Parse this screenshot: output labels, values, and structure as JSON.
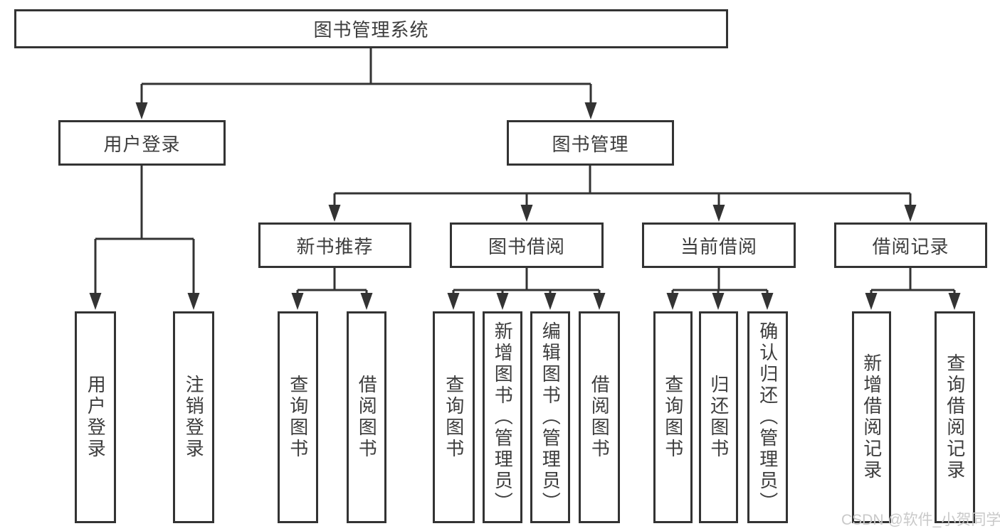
{
  "tree": {
    "label": "图书管理系统",
    "children": [
      {
        "label": "用户登录",
        "children": [
          {
            "label": "用户登录"
          },
          {
            "label": "注销登录"
          }
        ]
      },
      {
        "label": "图书管理",
        "children": [
          {
            "label": "新书推荐",
            "children": [
              {
                "label": "查询图书"
              },
              {
                "label": "借阅图书"
              }
            ]
          },
          {
            "label": "图书借阅",
            "children": [
              {
                "label": "查询图书"
              },
              {
                "label": "新增图书（管理员）"
              },
              {
                "label": "编辑图书（管理员）"
              },
              {
                "label": "借阅图书"
              }
            ]
          },
          {
            "label": "当前借阅",
            "children": [
              {
                "label": "查询图书"
              },
              {
                "label": "归还图书"
              },
              {
                "label": "确认归还（管理员）"
              }
            ]
          },
          {
            "label": "借阅记录",
            "children": [
              {
                "label": "新增借阅记录"
              },
              {
                "label": "查询借阅记录"
              }
            ]
          }
        ]
      }
    ]
  },
  "watermark": {
    "text": "CSDN @软件_小贺同学"
  },
  "colors": {
    "line": "#333333",
    "text": "#3d3d3d",
    "watermark": "#c9c9c9",
    "background": "#ffffff"
  }
}
